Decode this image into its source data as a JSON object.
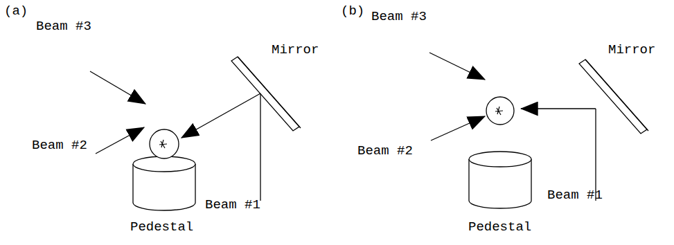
{
  "diagram": {
    "labels": [
      "(a)",
      "Beam #3",
      "Mirror",
      "Beam #2",
      "Beam #1",
      "Pedestal",
      "(b)",
      "Beam #3",
      "Mirror",
      "Beam #2",
      "Beam #1",
      "Pedestal"
    ]
  }
}
